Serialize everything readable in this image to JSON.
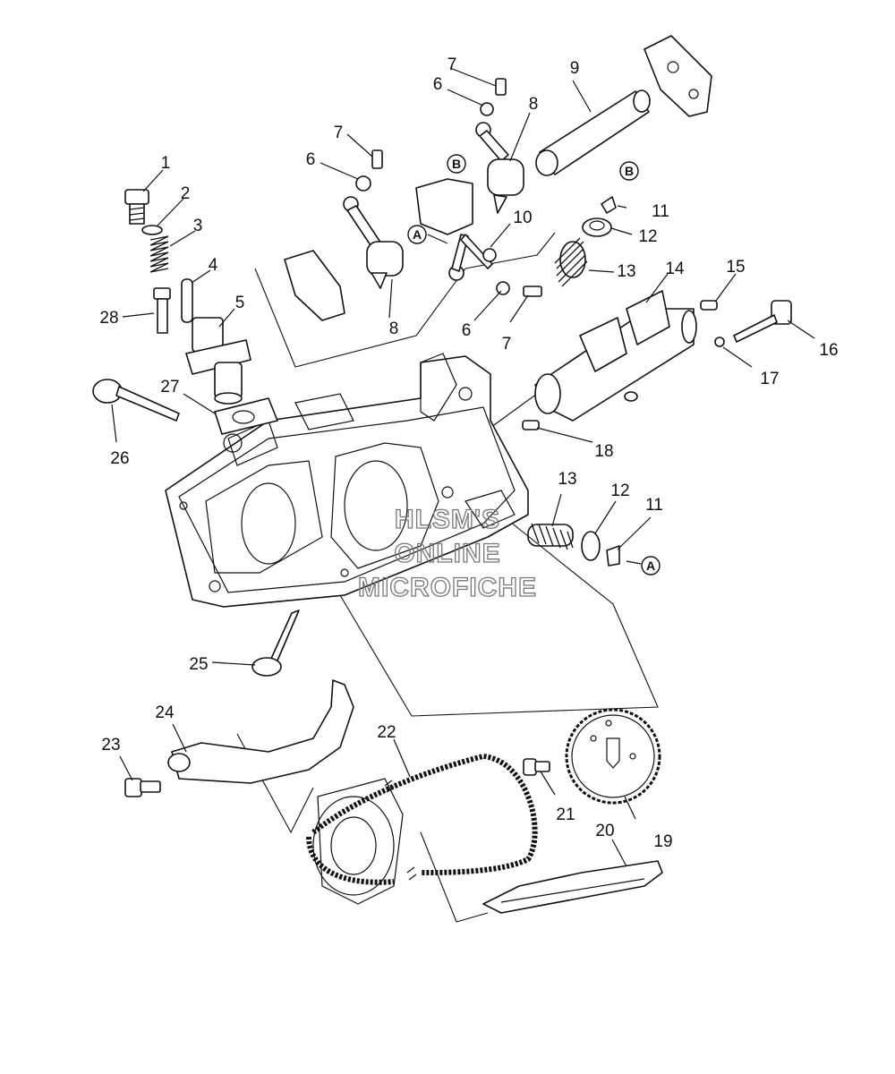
{
  "watermark": {
    "line1": "HLSM'S",
    "line2": "ONLINE",
    "line3": "MICROFICHE"
  },
  "reference_marks": {
    "a": "A",
    "b": "B"
  },
  "callouts": {
    "n1": "1",
    "n2": "2",
    "n3": "3",
    "n4": "4",
    "n5": "5",
    "n6a": "6",
    "n6b": "6",
    "n6c": "6",
    "n7a": "7",
    "n7b": "7",
    "n7c": "7",
    "n8a": "8",
    "n8b": "8",
    "n9": "9",
    "n10": "10",
    "n11a": "11",
    "n11b": "11",
    "n12a": "12",
    "n12b": "12",
    "n13a": "13",
    "n13b": "13",
    "n14": "14",
    "n15": "15",
    "n16": "16",
    "n17": "17",
    "n18": "18",
    "n19": "19",
    "n20": "20",
    "n21": "21",
    "n22": "22",
    "n23": "23",
    "n24": "24",
    "n25": "25",
    "n26": "26",
    "n27": "27",
    "n28": "28"
  }
}
